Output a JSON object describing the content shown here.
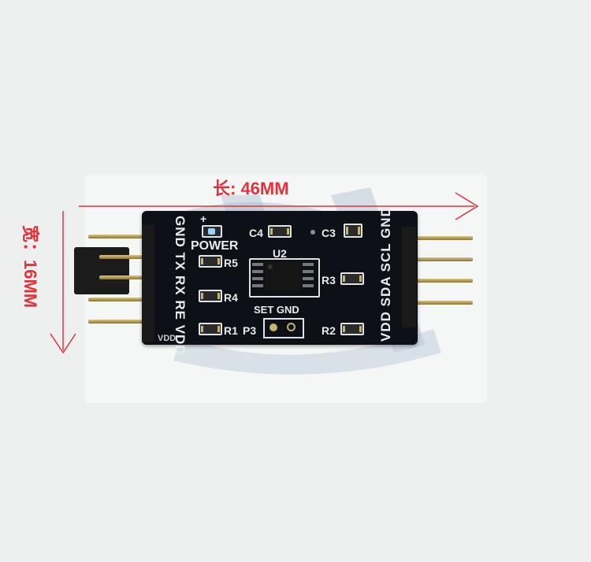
{
  "dimensions": {
    "length_label": "长: 46MM",
    "width_label": "宽：16MM"
  },
  "board": {
    "left_header": [
      "GND",
      "TX",
      "RX",
      "RE",
      "VDD"
    ],
    "right_header": [
      "VDD",
      "SDA",
      "SCL",
      "GND"
    ],
    "power_label": "POWER",
    "plus_label": "+",
    "chip_label": "U2",
    "components": {
      "C4": "C4",
      "C3": "C3",
      "R5": "R5",
      "R4": "R4",
      "R3": "R3",
      "R1": "R1",
      "R2": "R2",
      "P3": "P3"
    },
    "jumper_label": "SET GND",
    "edge_label": "VDD"
  },
  "colors": {
    "pcb": "#0d1016",
    "silkscreen": "#e8ecf0",
    "arrow": "#e2323a",
    "pins": "#c8a85a"
  }
}
